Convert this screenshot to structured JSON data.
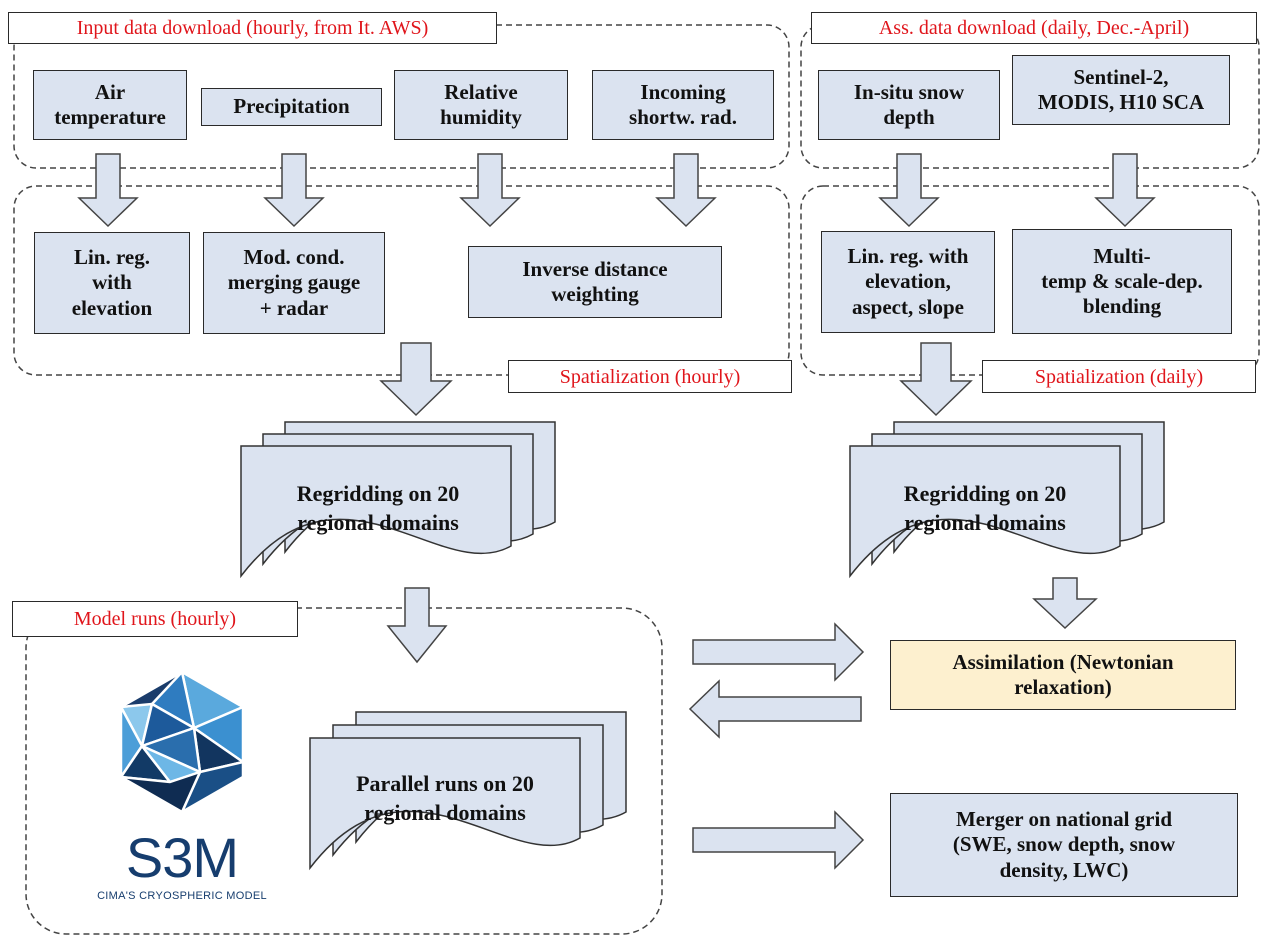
{
  "sections": {
    "input_download": "Input data download (hourly, from It. AWS)",
    "ass_download": "Ass. data download (daily, Dec.-April)",
    "spatialization_hourly": "Spatialization (hourly)",
    "spatialization_daily": "Spatialization (daily)",
    "model_runs": "Model runs (hourly)"
  },
  "inputs": {
    "air_temperature": "Air\ntemperature",
    "precipitation": "Precipitation",
    "relative_humidity": "Relative\nhumidity",
    "incoming_radiation": "Incoming\nshortw. rad.",
    "snow_depth": "In-situ snow\ndepth",
    "satellite": "Sentinel-2,\nMODIS, H10 SCA"
  },
  "processing": {
    "lin_reg_elevation": "Lin. reg.\nwith\nelevation",
    "mod_cond": "Mod. cond.\nmerging gauge\n+ radar",
    "idw": "Inverse distance\nweighting",
    "lin_reg_multi": "Lin. reg. with\nelevation,\naspect, slope",
    "blending": "Multi-\ntemp & scale-dep.\nblending"
  },
  "documents": {
    "regrid_hourly": "Regridding on 20\nregional domains",
    "regrid_daily": "Regridding on 20\nregional domains",
    "parallel_runs": "Parallel runs on 20\nregional domains"
  },
  "outputs": {
    "assimilation": "Assimilation (Newtonian\nrelaxation)",
    "merger": "Merger on national grid\n(SWE, snow depth, snow\ndensity, LWC)"
  },
  "logo": {
    "wordmark": "S3M",
    "tagline": "CIMA'S CRYOSPHERIC MODEL"
  },
  "colors": {
    "box_fill": "#dbe3f0",
    "highlight_fill": "#fdf0cf",
    "label_text": "#e0151b",
    "logo_blue": "#163d6e"
  }
}
